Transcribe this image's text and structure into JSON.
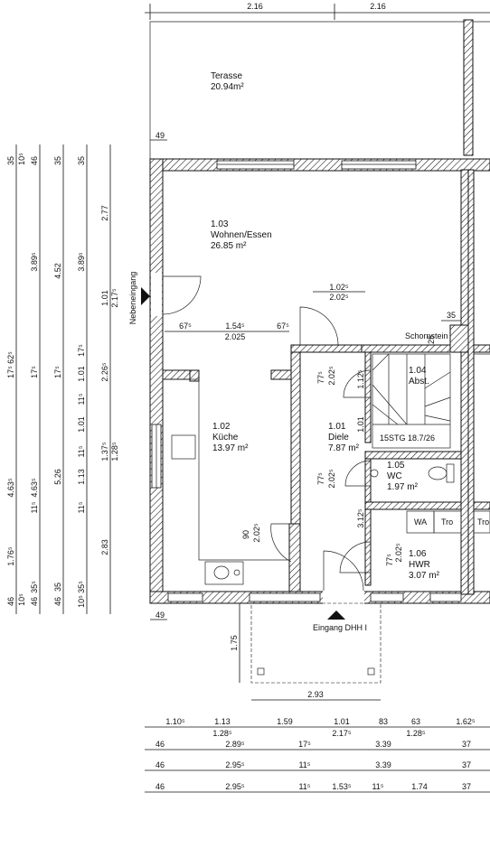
{
  "rooms": {
    "terasse": {
      "name": "Terasse",
      "area": "20.94m²"
    },
    "wohnen": {
      "number": "1.03",
      "name": "Wohnen/Essen",
      "area": "26.85 m²"
    },
    "kueche": {
      "number": "1.02",
      "name": "Küche",
      "area": "13.97 m²"
    },
    "diele": {
      "number": "1.01",
      "name": "Diele",
      "area": "7.87 m²"
    },
    "abst": {
      "number": "1.04",
      "name": "Abst."
    },
    "wc": {
      "number": "1.05",
      "name": "WC",
      "area": "1.97 m²"
    },
    "hwr": {
      "number": "1.06",
      "name": "HWR",
      "area": "3.07 m²"
    }
  },
  "labels": {
    "schornstein": "Schornstein",
    "nebeneingang": "Nebeneingang",
    "eingang": "Eingang DHH I",
    "stair": "15STG 18.7/26",
    "wa": "WA",
    "tro1": "Tro",
    "tro2": "Tro"
  },
  "dimensions": {
    "top": [
      "2.16",
      "2.16"
    ],
    "ter_overhang": "49",
    "ter_overhang_bottom": "49",
    "opening1": "1.02⁵",
    "opening2": "2.02⁵",
    "lower_a": "1.54⁵",
    "lower_b": "2.025",
    "side_a": "67⁵",
    "side_b": "67⁵",
    "chimney_35a": "35",
    "chimney_25": "25",
    "door_77a": "77⁵",
    "door_202a": "2.02⁵",
    "door_112": "1.12⁵",
    "door_101": "1.01",
    "door_77b": "77⁵",
    "door_202b": "2.02⁵",
    "door_312": "3.12⁵",
    "door_77c": "77⁵",
    "door_202c": "2.02⁵",
    "kitchen_90": "90",
    "kitchen_202": "2.02⁵",
    "porch_175": "1.75",
    "porch_293": "2.93",
    "b1": [
      "1.10⁵",
      "1.13",
      "1.59",
      "1.01",
      "83",
      "63",
      "1.62⁵"
    ],
    "b1sub": [
      "1.28⁵",
      "2.17⁵",
      "1.28⁵"
    ],
    "b2": [
      "46",
      "2.89⁵",
      "17⁵",
      "3.39",
      "37"
    ],
    "b3": [
      "46",
      "2.95⁵",
      "11⁵",
      "3.39",
      "37"
    ],
    "b4": [
      "46",
      "2.95⁵",
      "11⁵",
      "1.53⁵",
      "11⁵",
      "1.74",
      "37"
    ],
    "v1": [
      "46",
      "10⁵",
      "1.76⁵",
      "4.63⁵",
      "17⁵",
      "62⁵",
      "35",
      "10⁵"
    ],
    "v2": [
      "46",
      "35⁵",
      "11⁵",
      "4.63⁵",
      "17⁵",
      "3.89⁵",
      "46"
    ],
    "v3": [
      "46",
      "35",
      "5.26",
      "1.13",
      "11⁵",
      "1.01",
      "17⁵",
      "4.52",
      "35"
    ],
    "v4": [
      "10⁵",
      "35⁵",
      "11⁵",
      "1.01",
      "11⁵",
      "17⁵",
      "3.89⁵",
      "35"
    ],
    "v5": [
      "1.37⁵",
      "1.28⁵",
      "2.17⁵",
      "1.01"
    ],
    "v6": [
      "2.83",
      "2.26⁵",
      "2.77"
    ]
  }
}
